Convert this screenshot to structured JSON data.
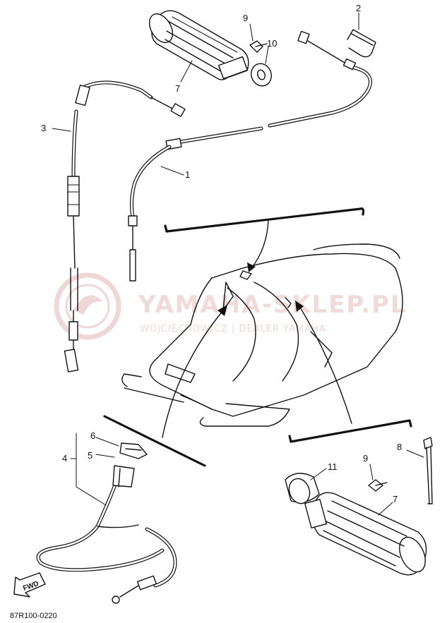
{
  "watermark": {
    "brand": "YAMAHA-SKLEP.PL",
    "tagline": "WOJCIECHOWICZ | DEALER YAMAHA"
  },
  "callouts": {
    "c1": "1",
    "c2": "2",
    "c3": "3",
    "c4": "4",
    "c5": "5",
    "c6": "6",
    "c7_top": "7",
    "c7_bottom": "7",
    "c8": "8",
    "c9_top": "9",
    "c9_bottom": "9",
    "c10": "10",
    "c11": "11"
  },
  "fwd_label": "FWD",
  "diagram_code": "87R100-0220",
  "colors": {
    "line": "#111111",
    "watermark": "#e6bcbc",
    "background": "#ffffff"
  }
}
